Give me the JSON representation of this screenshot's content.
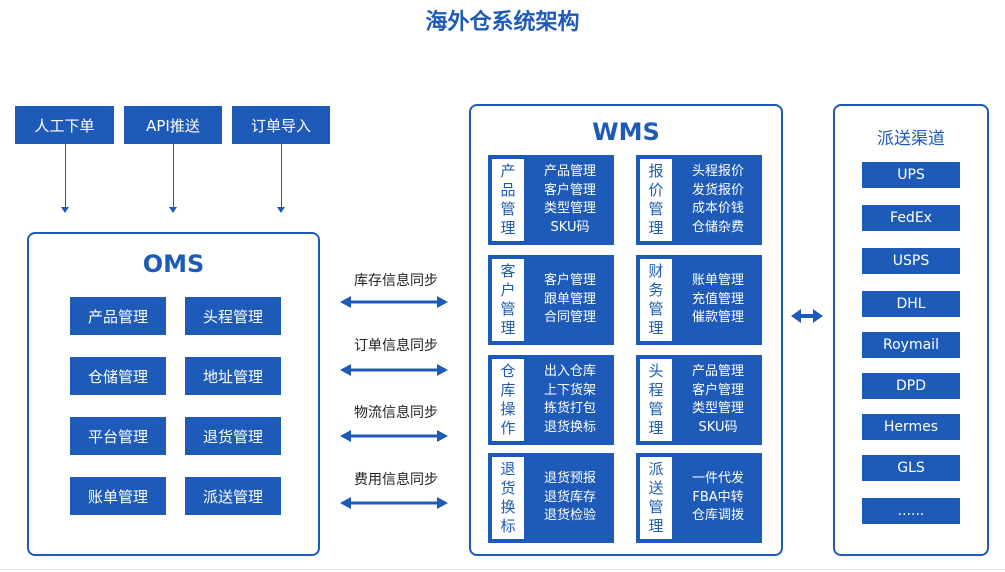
{
  "title": "海外仓系统架构",
  "inputs": [
    "人工下单",
    "API推送",
    "订单导入"
  ],
  "oms": {
    "title": "OMS",
    "modules": [
      "产品管理",
      "头程管理",
      "仓储管理",
      "地址管理",
      "平台管理",
      "退货管理",
      "账单管理",
      "派送管理"
    ]
  },
  "sync": [
    "库存信息同步",
    "订单信息同步",
    "物流信息同步",
    "费用信息同步"
  ],
  "wms": {
    "title": "WMS",
    "cards": [
      {
        "label": [
          "产",
          "品",
          "管",
          "理"
        ],
        "items": [
          "产品管理",
          "客户管理",
          "类型管理",
          "SKU码"
        ]
      },
      {
        "label": [
          "报",
          "价",
          "管",
          "理"
        ],
        "items": [
          "头程报价",
          "发货报价",
          "成本价钱",
          "仓储杂费"
        ]
      },
      {
        "label": [
          "客",
          "户",
          "管",
          "理"
        ],
        "items": [
          "客户管理",
          "跟单管理",
          "合同管理"
        ]
      },
      {
        "label": [
          "财",
          "务",
          "管",
          "理"
        ],
        "items": [
          "账单管理",
          "充值管理",
          "催款管理"
        ]
      },
      {
        "label": [
          "仓",
          "库",
          "操",
          "作"
        ],
        "items": [
          "出入仓库",
          "上下货架",
          "拣货打包",
          "退货换标"
        ]
      },
      {
        "label": [
          "头",
          "程",
          "管",
          "理"
        ],
        "items": [
          "产品管理",
          "客户管理",
          "类型管理",
          "SKU码"
        ]
      },
      {
        "label": [
          "退",
          "货",
          "换",
          "标"
        ],
        "items": [
          "退货预报",
          "退货库存",
          "退货检验"
        ]
      },
      {
        "label": [
          "派",
          "送",
          "管",
          "理"
        ],
        "items": [
          "一件代发",
          "FBA中转",
          "仓库调拨"
        ]
      }
    ]
  },
  "channels": {
    "title": "派送渠道",
    "items": [
      "UPS",
      "FedEx",
      "USPS",
      "DHL",
      "Roymail",
      "DPD",
      "Hermes",
      "GLS",
      "......"
    ]
  },
  "colors": {
    "primary": "#1e5bb8",
    "background": "#ffffff"
  }
}
